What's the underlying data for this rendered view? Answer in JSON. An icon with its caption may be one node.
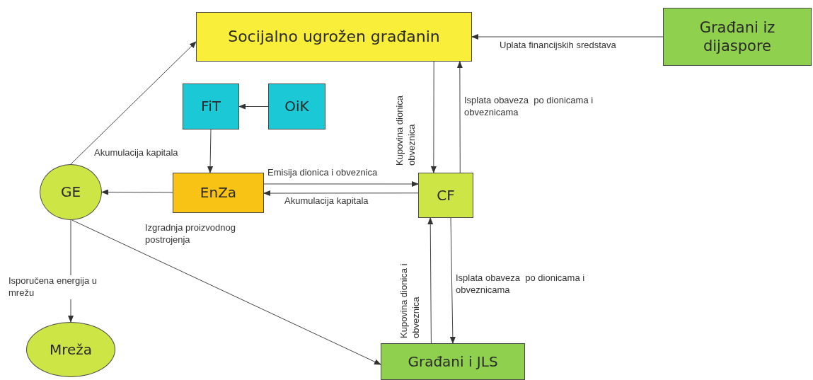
{
  "diagram": {
    "nodes": [
      {
        "text": [
          "Socijalno ugrožen građanin"
        ]
      },
      {
        "text": [
          "Građani iz dijaspore"
        ]
      },
      {
        "text": [
          "FiT"
        ]
      },
      {
        "text": [
          "OiK"
        ]
      },
      {
        "text": [
          "GE"
        ]
      },
      {
        "text": [
          "EnZa"
        ]
      },
      {
        "text": [
          "CF"
        ]
      },
      {
        "text": [
          "Mreža"
        ]
      },
      {
        "text": [
          "Građani i JLS"
        ]
      }
    ],
    "edges": [
      {
        "from": 1,
        "to": 0,
        "arrow": "to",
        "label": "Uplata financijskih sredstava"
      },
      {
        "from": 0,
        "to": 6,
        "arrow": "to",
        "label": "Kupovina dionica obveznica"
      },
      {
        "from": 6,
        "to": 0,
        "arrow": "to",
        "label": "Isplata obaveza  po dionicama i obveznicama"
      },
      {
        "from": 3,
        "to": 2,
        "arrow": "to"
      },
      {
        "from": 2,
        "to": 5,
        "arrow": "to"
      },
      {
        "from": 5,
        "to": 6,
        "arrow": "to",
        "label": "Emisija dionica i obveznica"
      },
      {
        "from": 6,
        "to": 5,
        "arrow": "to",
        "label": "Akumulacija kapitala"
      },
      {
        "from": 5,
        "to": 4,
        "arrow": "to"
      },
      {
        "from": 4,
        "to": 0,
        "arrow": "to",
        "label": "Akumulacija kapitala"
      },
      {
        "from": 4,
        "to": 7,
        "arrow": "to",
        "label": "Isporučena energija u mrežu"
      },
      {
        "from": 4,
        "to": 8,
        "arrow": "to"
      },
      {
        "from": 8,
        "to": 6,
        "arrow": "to",
        "label": "Kupovina dionica i obveznica"
      },
      {
        "from": 6,
        "to": 8,
        "arrow": "to",
        "label": "Isplata obaveza  po dionicama i obveznicama"
      }
    ],
    "labels": [
      "Izgradnja proizvodnog postrojenja"
    ]
  }
}
